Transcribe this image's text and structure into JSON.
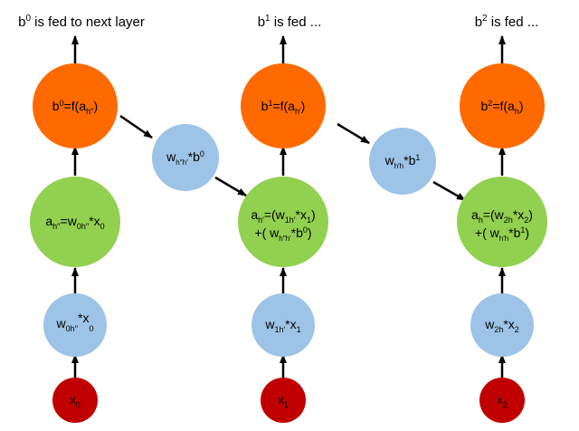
{
  "top_labels": {
    "c0": [
      "b",
      "0",
      " is fed to next layer"
    ],
    "c1": [
      "b",
      "1",
      " is fed ..."
    ],
    "c2": [
      "b",
      "2",
      " is fed ..."
    ]
  },
  "output_nodes": {
    "c0": [
      "b",
      "0",
      "=f(a",
      "h′′",
      ")"
    ],
    "c1": [
      "b",
      "1",
      "=f(a",
      "h′",
      ")"
    ],
    "c2": [
      "b",
      "2",
      "=f(a",
      "h",
      ")"
    ]
  },
  "sum_nodes": {
    "c0": {
      "line1": [
        "a",
        "h′′",
        "=w",
        "0h′′",
        "*x",
        "0"
      ]
    },
    "c1": {
      "line1": [
        "a",
        "h′",
        "=(w",
        "1h′",
        "*x",
        "1",
        ")"
      ],
      "line2": [
        "+( w",
        "h′′h′",
        "*b",
        "0",
        ")"
      ]
    },
    "c2": {
      "line1": [
        "a",
        "h",
        "=(w",
        "2h",
        "*x",
        "2",
        ")"
      ],
      "line2": [
        "+( w",
        "h′h",
        "*b",
        "1",
        ")"
      ]
    }
  },
  "weight_nodes": {
    "c0": [
      "w",
      "0h′′",
      "*x",
      "0"
    ],
    "c1": [
      "w",
      "1h′",
      "*x",
      "1"
    ],
    "c2": [
      "w",
      "2h",
      "*x",
      "2"
    ]
  },
  "recurrent_nodes": {
    "r1": [
      "w",
      "h′′h′",
      "*b",
      "0"
    ],
    "r2": [
      "w",
      "h′h",
      "*b",
      "1"
    ]
  },
  "input_nodes": {
    "c0": [
      "x",
      "0"
    ],
    "c1": [
      "x",
      "1"
    ],
    "c2": [
      "x",
      "2"
    ]
  },
  "colors": {
    "output": "#ff6a00",
    "sum": "#92d050",
    "weight": "#9dc3e6",
    "input": "#c00000",
    "arrow": "#000000"
  }
}
